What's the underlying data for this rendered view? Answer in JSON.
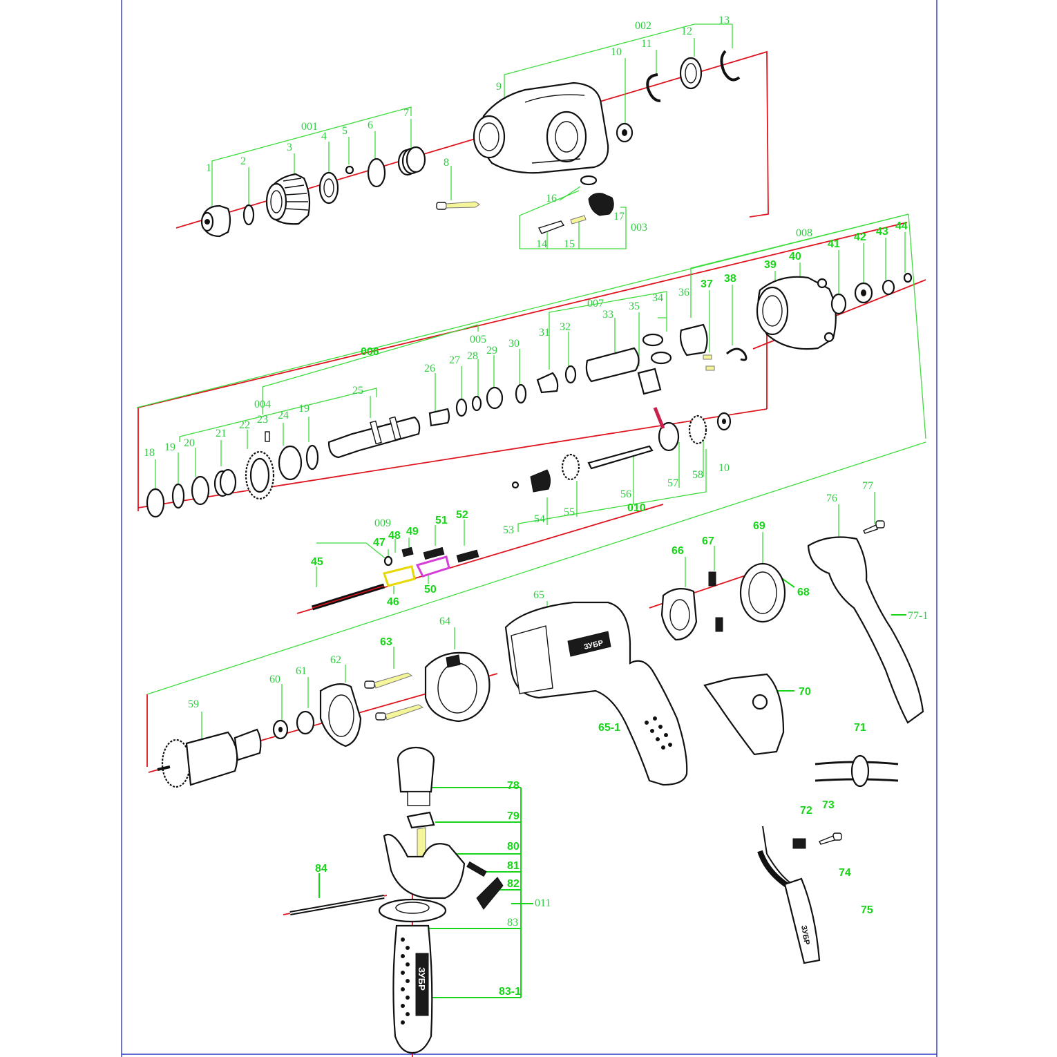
{
  "diagram": {
    "group_labels": {
      "g001": "001",
      "g002": "002",
      "g003": "003",
      "g004": "004",
      "g005": "005",
      "g006": "006",
      "g007": "007",
      "g008": "008",
      "g009": "009",
      "g010": "010",
      "g011": "011"
    },
    "part_labels": {
      "p1": "1",
      "p2": "2",
      "p3": "3",
      "p4": "4",
      "p5": "5",
      "p6": "6",
      "p7": "7",
      "p8": "8",
      "p9": "9",
      "p10": "10",
      "p11": "11",
      "p12": "12",
      "p13": "13",
      "p14": "14",
      "p15": "15",
      "p16": "16",
      "p17": "17",
      "p18": "18",
      "p19a": "19",
      "p19b": "19",
      "p20": "20",
      "p21": "21",
      "p22": "22",
      "p23": "23",
      "p24": "24",
      "p25": "25",
      "p26": "26",
      "p27": "27",
      "p28": "28",
      "p29": "29",
      "p30": "30",
      "p31": "31",
      "p32": "32",
      "p33": "33",
      "p34": "34",
      "p35": "35",
      "p36": "36",
      "p37": "37",
      "p38": "38",
      "p39": "39",
      "p40": "40",
      "p41": "41",
      "p42": "42",
      "p43": "43",
      "p44": "44",
      "p45": "45",
      "p46": "46",
      "p47": "47",
      "p48": "48",
      "p49": "49",
      "p50": "50",
      "p51": "51",
      "p52": "52",
      "p53": "53",
      "p54": "54",
      "p55": "55",
      "p56": "56",
      "p57": "57",
      "p58": "58",
      "p10b": "10",
      "p59": "59",
      "p60": "60",
      "p61": "61",
      "p62": "62",
      "p63": "63",
      "p64": "64",
      "p65": "65",
      "p65_1": "65-1",
      "p66": "66",
      "p67": "67",
      "p68": "68",
      "p69": "69",
      "p70": "70",
      "p71": "71",
      "p72": "72",
      "p73": "73",
      "p74": "74",
      "p75": "75",
      "p76": "76",
      "p77": "77",
      "p77_1": "77-1",
      "p78": "78",
      "p79": "79",
      "p80": "80",
      "p81": "81",
      "p82": "82",
      "p83": "83",
      "p83_1": "83-1",
      "p84": "84"
    },
    "brand_mark": "ЗУБР",
    "colors": {
      "leader": "#3ddc3d",
      "axis": "#e0141e",
      "frame": "#2a36c8",
      "highlight_yellow": "#f5f59a",
      "highlight_magenta": "#d63cd6"
    }
  }
}
